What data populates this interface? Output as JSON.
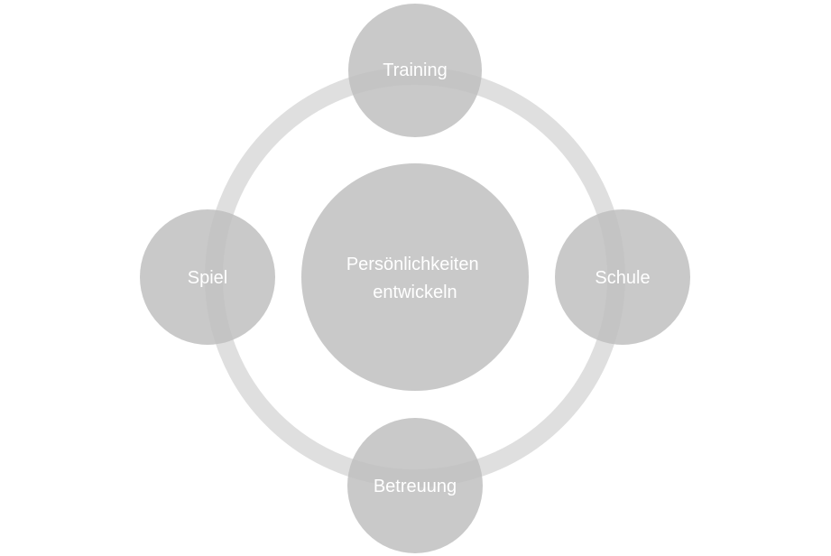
{
  "diagram": {
    "center": {
      "line1": "Persönlichkeiten",
      "line2": "entwickeln"
    },
    "nodes": {
      "top": "Training",
      "right": "Schule",
      "bottom": "Betreuung",
      "left": "Spiel"
    },
    "colors": {
      "ring": "#d9d9d9",
      "circle": "#bfbfbf",
      "text": "#ffffff",
      "background": "#ffffff"
    }
  }
}
